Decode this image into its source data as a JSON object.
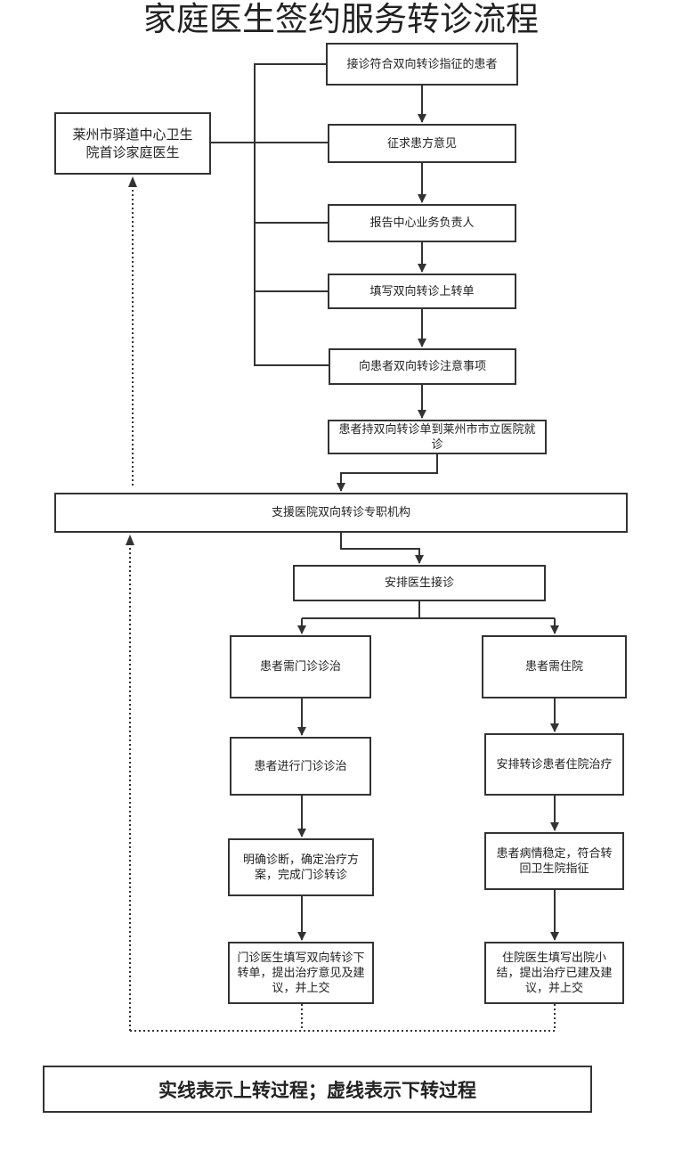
{
  "title": "家庭医生签约服务转诊流程",
  "nodes": {
    "n1": "接诊符合双向转诊指征的患者",
    "n2": "征求患方意见",
    "n3": "报告中心业务负责人",
    "n4": "填写双向转诊上转单",
    "n5": "向患者双向转诊注意事项",
    "n6": "患者持双向转诊单到莱州市市立医院就诊",
    "doctor": "莱州市驿道中心卫生院首诊家庭医生",
    "hospital": "支援医院双向转诊专职机构",
    "arrange": "安排医生接诊",
    "outpatient": "患者需门诊诊治",
    "inpatient": "患者需住院",
    "op2": "患者进行门诊诊治",
    "op3": "明确诊断，确定治疗方案，完成门诊转诊",
    "op4": "门诊医生填写双向转诊下转单，提出治疗意见及建议，并上交",
    "ip2": "安排转诊患者住院治疗",
    "ip3": "患者病情稳定，符合转回卫生院指征",
    "ip4": "住院医生填写出院小结，提出治疗已建及建议，并上交"
  },
  "legend": "实线表示上转过程；虚线表示下转过程"
}
